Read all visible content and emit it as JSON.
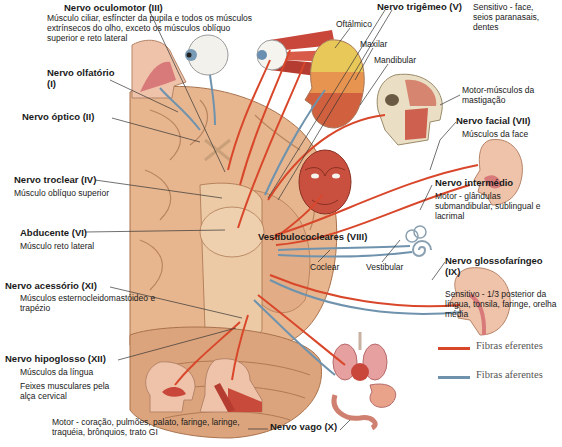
{
  "diagram": {
    "labels": [
      "Nervo oculomotor (III)",
      "Músculo ciliar, esfíncter da pupila e todos os músculos extrínsecos do olho, exceto os músculos oblíquo superior e reto lateral",
      "Nervo trigêmeo (V)",
      "Sensitivo - face, seios paranasais, dentes",
      "Oftálmico",
      "Maxilar",
      "Mandibular",
      "Nervo olfatório (I)",
      "Motor-músculos da mastigação",
      "Nervo óptico (II)",
      "Nervo facial (VII)",
      "Músculos da face",
      "Nervo troclear (IV)",
      "Músculo oblíquo superior",
      "Nervo intermédio",
      "Motor - glândulas submandibular, sublingual e lacrimal",
      "Abducente (VI)",
      "Músculo reto lateral",
      "Vestibulococleares (VIII)",
      "Nervo glossofaríngeo (IX)",
      "Coclear",
      "Vestibular",
      "Nervo acessório (XI)",
      "Músculos esternocleidomastóideo e trapézio",
      "Sensitivo - 1/3 posterior da língua, tonsila, faringe, orelha média",
      "Nervo hipoglosso (XII)",
      "Músculos da língua",
      "Feixes musculares pela alça cervical",
      "Motor - coração, pulmões, palato, faringe, laringe, traquéia, brônquios, trato GI",
      "Nervo vago (X)"
    ],
    "legend": [
      {
        "text": "Fibras eferentes",
        "color": "#d9472b"
      },
      {
        "text": "Fibras aferentes",
        "color": "#6f93ad"
      }
    ]
  }
}
